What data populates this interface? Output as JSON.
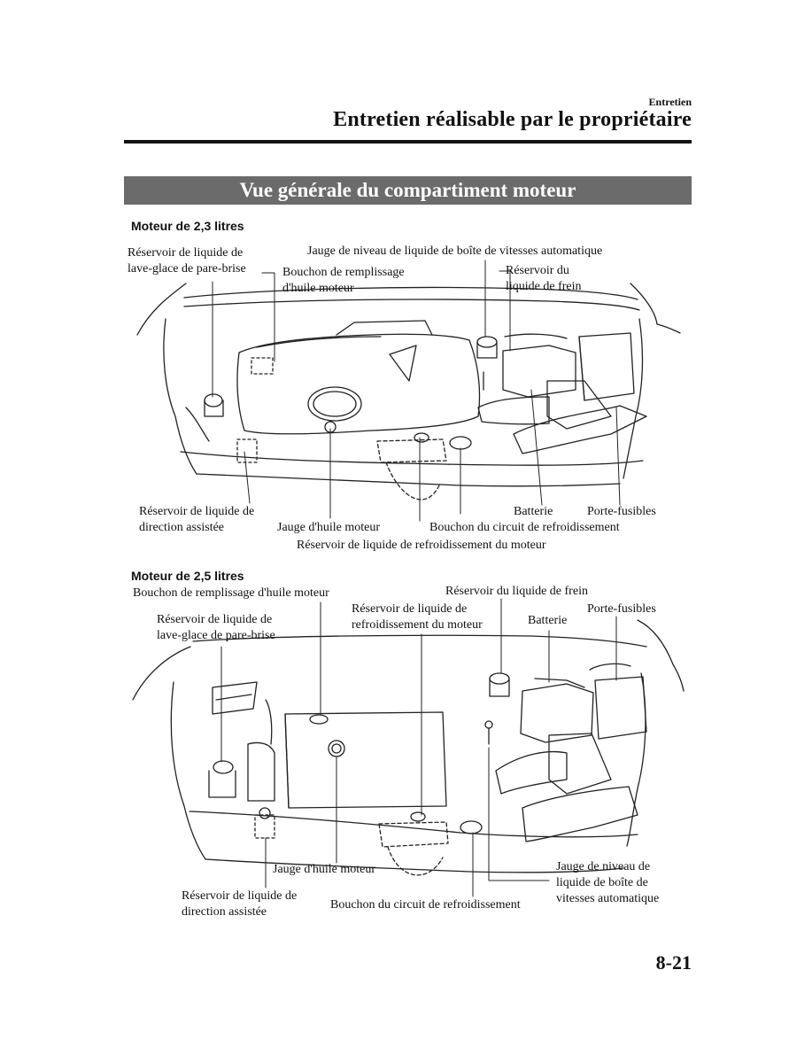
{
  "header": {
    "section": "Entretien",
    "title": "Entretien réalisable par le propriétaire"
  },
  "banner": "Vue générale du compartiment moteur",
  "diagram1": {
    "heading": "Moteur de 2,3 litres",
    "labels": {
      "washer_line1": "Réservoir de liquide de",
      "washer_line2": "lave-glace de pare-brise",
      "oil_cap_line1": "Bouchon de remplissage",
      "oil_cap_line2": "d'huile moteur",
      "atf_dipstick": "Jauge de niveau de liquide de boîte de vitesses automatique",
      "brake_line1": "Réservoir du",
      "brake_line2": "liquide de frein",
      "steering_line1": "Réservoir de liquide de",
      "steering_line2": "direction assistée",
      "oil_dipstick": "Jauge d'huile moteur",
      "battery": "Batterie",
      "fuse_box": "Porte-fusibles",
      "coolant_cap": "Bouchon du circuit de refroidissement",
      "coolant_reservoir": "Réservoir de liquide de refroidissement du moteur"
    }
  },
  "diagram2": {
    "heading": "Moteur de 2,5 litres",
    "labels": {
      "oil_cap": "Bouchon de remplissage d'huile moteur",
      "brake": "Réservoir du liquide de frein",
      "washer_line1": "Réservoir de liquide de",
      "washer_line2": "lave-glace de pare-brise",
      "coolant_res_line1": "Réservoir de liquide de",
      "coolant_res_line2": "refroidissement du moteur",
      "battery": "Batterie",
      "fuse_box": "Porte-fusibles",
      "oil_dipstick": "Jauge d'huile moteur",
      "atf_line1": "Jauge de niveau de",
      "atf_line2": "liquide de boîte de",
      "atf_line3": "vitesses automatique",
      "steering_line1": "Réservoir de liquide de",
      "steering_line2": "direction assistée",
      "coolant_cap": "Bouchon du circuit de refroidissement"
    }
  },
  "footer": {
    "page_number": "8-21"
  }
}
